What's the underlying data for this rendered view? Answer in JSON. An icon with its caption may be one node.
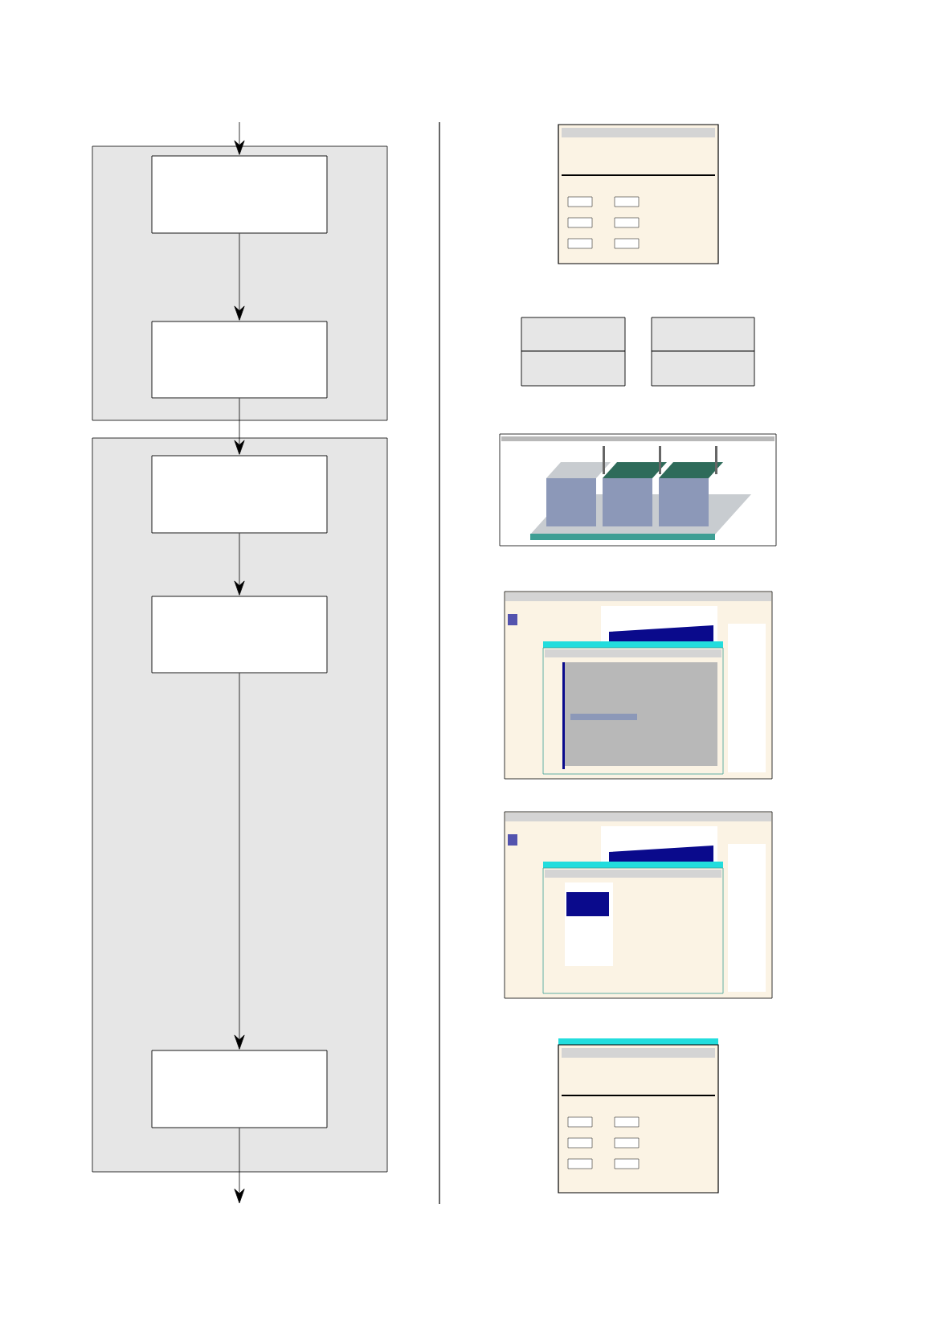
{
  "diagram": {
    "nodes": [
      {
        "text": [],
        "shape": "box"
      },
      {
        "text": [],
        "shape": "box",
        "in": 0
      },
      {
        "text": [],
        "shape": "box",
        "in": 0
      },
      {
        "text": [],
        "shape": "box"
      },
      {
        "text": [],
        "shape": "box",
        "in": 3
      },
      {
        "text": [],
        "shape": "box",
        "in": 3
      },
      {
        "text": [],
        "shape": "box",
        "in": 3
      },
      {
        "text": [],
        "shape": "box"
      },
      {
        "text": [],
        "shape": "box"
      },
      {
        "text": [],
        "shape": "box"
      },
      {
        "text": [],
        "shape": "box"
      }
    ],
    "edges": [
      {
        "from": null,
        "to": 1,
        "arrow": "to"
      },
      {
        "from": 1,
        "to": 2,
        "arrow": "to"
      },
      {
        "from": 2,
        "to": 4,
        "arrow": "to"
      },
      {
        "from": 4,
        "to": 5,
        "arrow": "to"
      },
      {
        "from": 5,
        "to": 6,
        "arrow": "to"
      },
      {
        "from": 6,
        "to": null,
        "arrow": "to"
      }
    ]
  }
}
